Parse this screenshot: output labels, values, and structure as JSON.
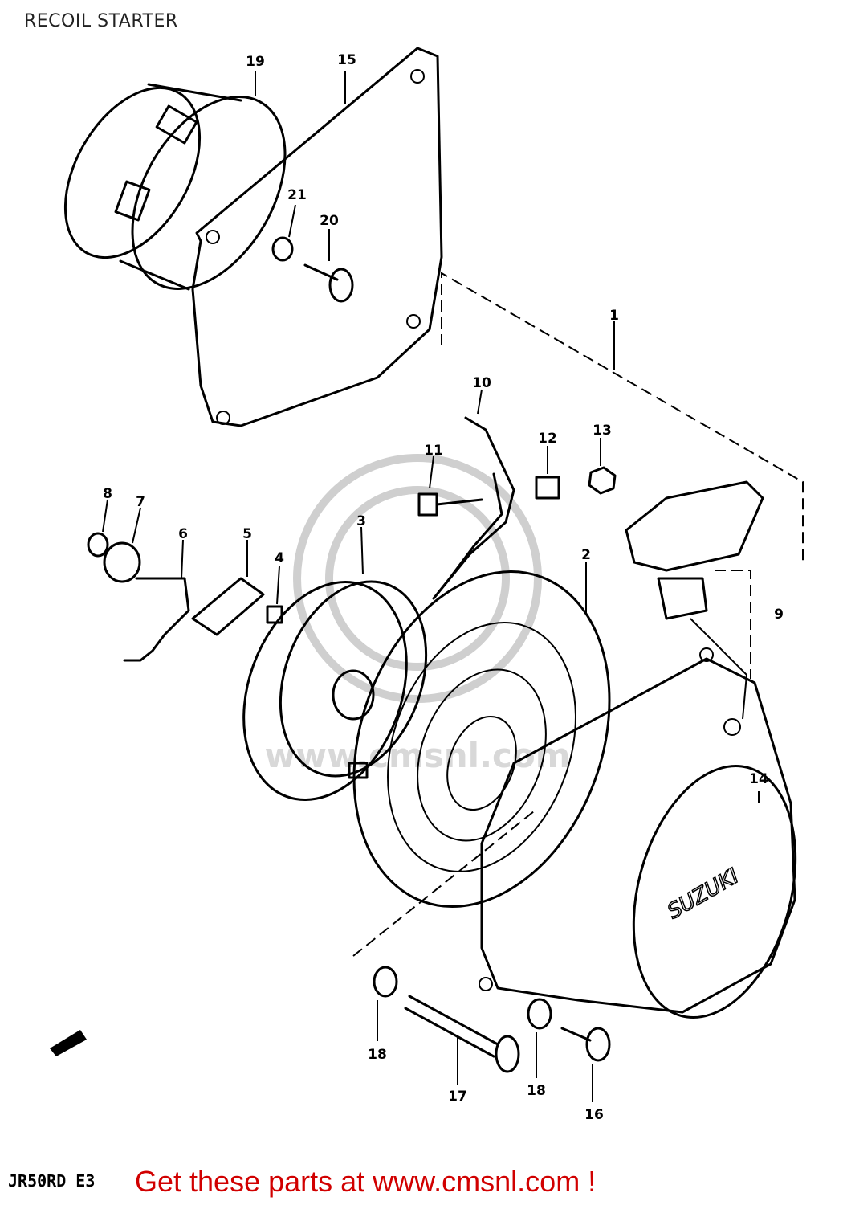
{
  "page": {
    "title": "RECOIL STARTER",
    "model_code": "JR50RD E3",
    "cta_text": "Get these parts at www.cmsnl.com !",
    "cta_color": "#d10000",
    "watermark_text": "www.cmsnl.com"
  },
  "parts": [
    {
      "number": "1"
    },
    {
      "number": "2"
    },
    {
      "number": "3"
    },
    {
      "number": "4"
    },
    {
      "number": "5"
    },
    {
      "number": "6"
    },
    {
      "number": "7"
    },
    {
      "number": "8"
    },
    {
      "number": "9"
    },
    {
      "number": "10"
    },
    {
      "number": "11"
    },
    {
      "number": "12"
    },
    {
      "number": "13"
    },
    {
      "number": "14"
    },
    {
      "number": "15"
    },
    {
      "number": "16"
    },
    {
      "number": "17"
    },
    {
      "number": "18"
    },
    {
      "number": "18"
    },
    {
      "number": "19"
    },
    {
      "number": "20"
    },
    {
      "number": "21"
    }
  ]
}
